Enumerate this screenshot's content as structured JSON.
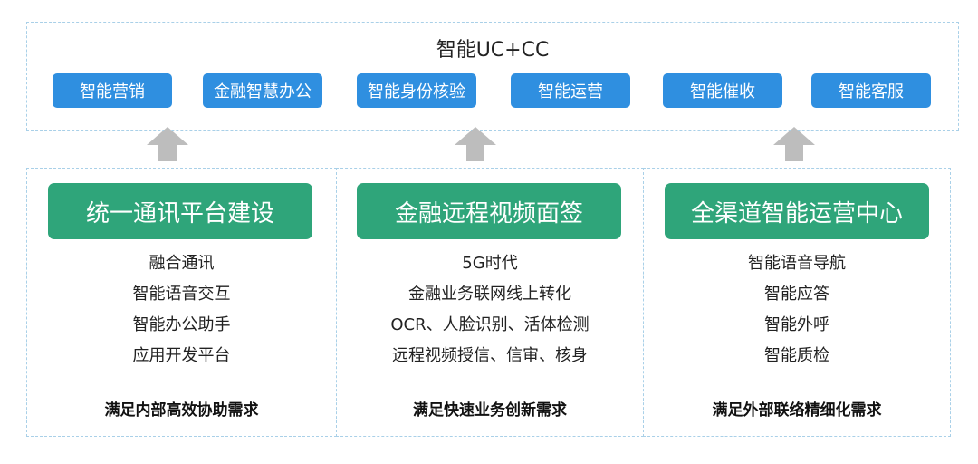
{
  "top": {
    "title": "智能UC+CC",
    "buttons": [
      "智能营销",
      "金融智慧办公",
      "智能身份核验",
      "智能运营",
      "智能催收",
      "智能客服"
    ]
  },
  "columns": [
    {
      "header": "统一通讯平台建设",
      "items": [
        "融合通讯",
        "智能语音交互",
        "智能办公助手",
        "应用开发平台"
      ],
      "footer": "满足内部高效协助需求"
    },
    {
      "header": "金融远程视频面签",
      "items": [
        "5G时代",
        "金融业务联网线上转化",
        "OCR、人脸识别、活体检测",
        "远程视频授信、信审、核身"
      ],
      "footer": "满足快速业务创新需求"
    },
    {
      "header": "全渠道智能运营中心",
      "items": [
        "智能语音导航",
        "智能应答",
        "智能外呼",
        "智能质检"
      ],
      "footer": "满足外部联络精细化需求"
    }
  ],
  "colors": {
    "top_button": "#2f8fe0",
    "header": "#2fa57a",
    "arrow": "#bdbdbd",
    "border": "#a9d0e8"
  }
}
